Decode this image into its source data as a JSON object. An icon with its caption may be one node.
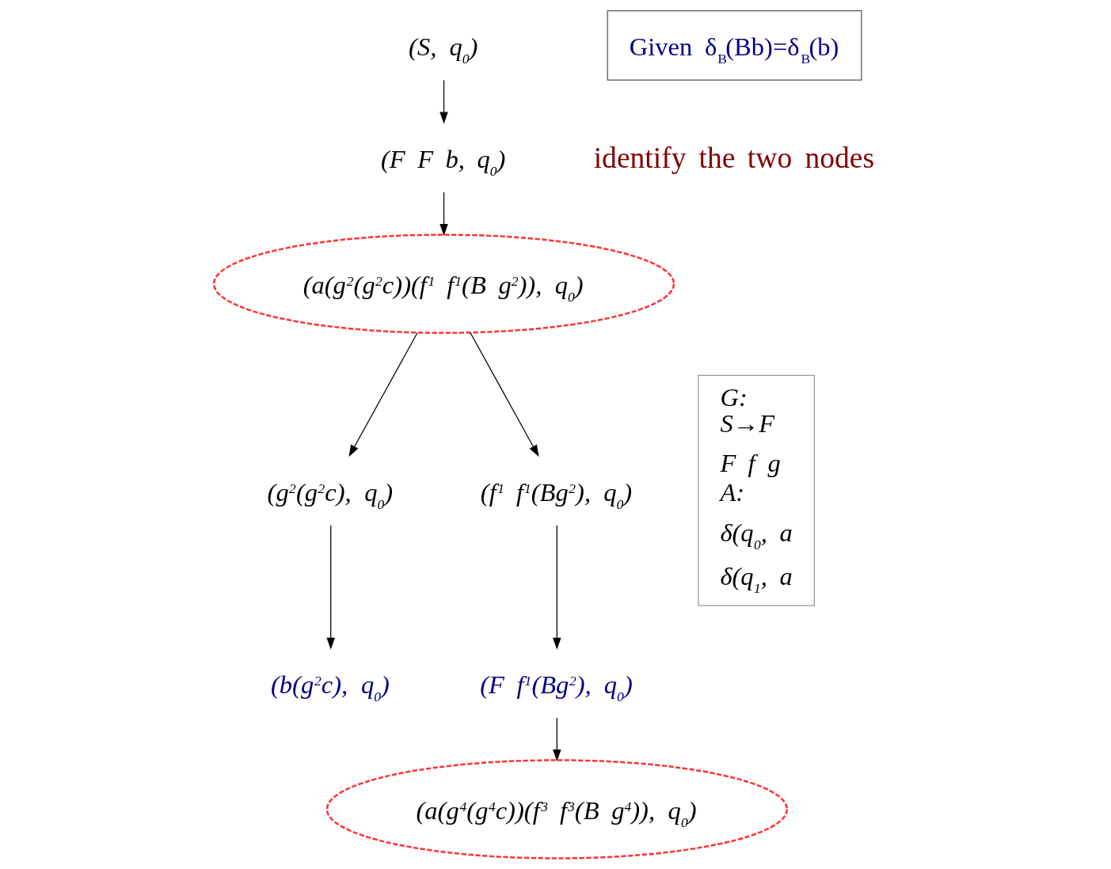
{
  "diagram": {
    "nodes": [
      {
        "text": [
          "(S, q$_{0}$)"
        ]
      },
      {
        "text": [
          "(F F b, q$_{0}$)"
        ]
      },
      {
        "text": [
          "(a(g$^{2}$(g$^{2}$c))(f$^{1}$ f$^{1}$(B g$^{2}$)), q$_{0}$)"
        ]
      },
      {
        "text": [
          "(g$^{2}$(g$^{2}$c), q$_{0}$)"
        ]
      },
      {
        "text": [
          "(f$^{1}$ f$^{1}$(Bg$^{2}$), q$_{0}$)"
        ]
      },
      {
        "text": [
          "(b(g$^{2}$c), q$_{0}$)"
        ]
      },
      {
        "text": [
          "(F f$^{1}$(Bg$^{2}$), q$_{0}$)"
        ]
      },
      {
        "text": [
          "(a(g$^{4}$(g$^{4}$c))(f$^{3}$ f$^{3}$(B g$^{4}$)), q$_{0}$)"
        ]
      },
      {
        "text": [
          "Given δ$_{B}$(Bb)=δ$_{B}$(b)"
        ]
      },
      {
        "text": [
          "G:",
          "S→F",
          "F f g",
          "A:",
          "δ(q$_{0}$, a",
          "δ(q$_{1}$, a"
        ]
      }
    ],
    "edges": [
      {
        "from": 0,
        "to": 1,
        "arrow": "to"
      },
      {
        "from": 1,
        "to": 2,
        "arrow": "to"
      },
      {
        "from": 2,
        "to": 3,
        "arrow": "to"
      },
      {
        "from": 2,
        "to": 4,
        "arrow": "to"
      },
      {
        "from": 3,
        "to": 5,
        "arrow": "to"
      },
      {
        "from": 4,
        "to": 6,
        "arrow": "to"
      },
      {
        "from": 6,
        "to": 7,
        "arrow": "to"
      }
    ],
    "labels": [
      "identify the two nodes"
    ]
  }
}
